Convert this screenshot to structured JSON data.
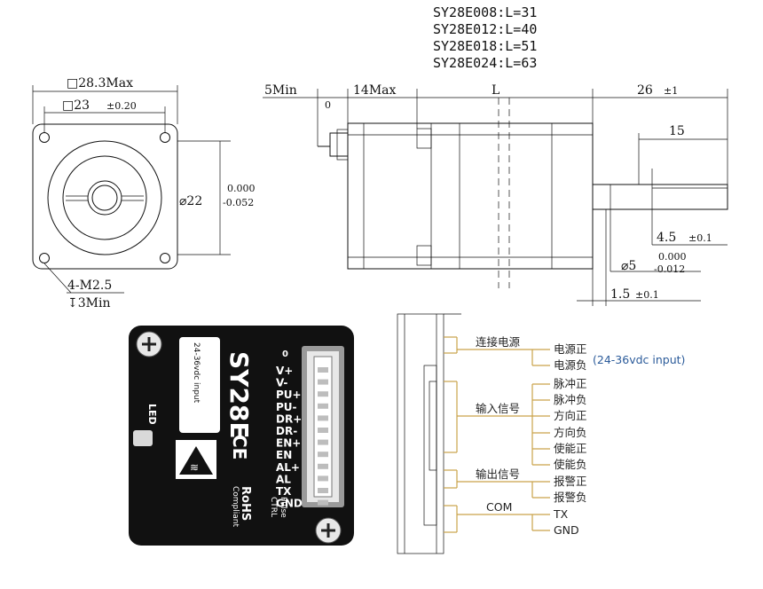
{
  "variants": [
    "SY28E008:L=31",
    "SY28E012:L=40",
    "SY28E018:L=51",
    "SY28E024:L=63"
  ],
  "front_view": {
    "outer": "□28.3Max",
    "pitch": "□23",
    "pitch_tol": "±0.20",
    "pilot": "⌀22",
    "pilot_tol_upper": "0.000",
    "pilot_tol_lower": "-0.052",
    "holes": "4-M2.5",
    "depth": "↧3Min"
  },
  "side_view": {
    "connector": "5Min",
    "connector_zero": "0",
    "front_len": "14Max",
    "body_len": "L",
    "shaft_len": "26",
    "shaft_len_tol": "±1",
    "flat_len": "15",
    "flat_depth": "4.5",
    "flat_depth_tol": "±0.1",
    "shaft_dia": "⌀5",
    "shaft_tol_upper": "0.000",
    "shaft_tol_lower": "-0.012",
    "boss": "1.5",
    "boss_tol": "±0.1"
  },
  "driver": {
    "model": "SY28E",
    "input": "24-36vdc input",
    "led": "LED",
    "ce": "CE",
    "rohs": "RoHS",
    "compliant": "Compliant",
    "pulse_ctrl_1": "Pulse",
    "pulse_ctrl_2": "CTRL",
    "zero": "0",
    "pins": [
      "V+",
      "V-",
      "PU+",
      "PU-",
      "DR+",
      "DR-",
      "EN+",
      "EN",
      "AL+",
      "AL",
      "TX",
      "GND"
    ]
  },
  "wiring": {
    "groups": [
      "连接电源",
      "输入信号",
      "输出信号",
      "COM"
    ],
    "signals": [
      "电源正",
      "电源负",
      "脉冲正",
      "脉冲负",
      "方向正",
      "方向负",
      "使能正",
      "使能负",
      "报警正",
      "报警负",
      "TX",
      "GND"
    ],
    "note": "(24-36vdc input)"
  },
  "colors": {
    "board": "#111111",
    "wire": "#c9a24a",
    "note": "#2b5b9a"
  }
}
